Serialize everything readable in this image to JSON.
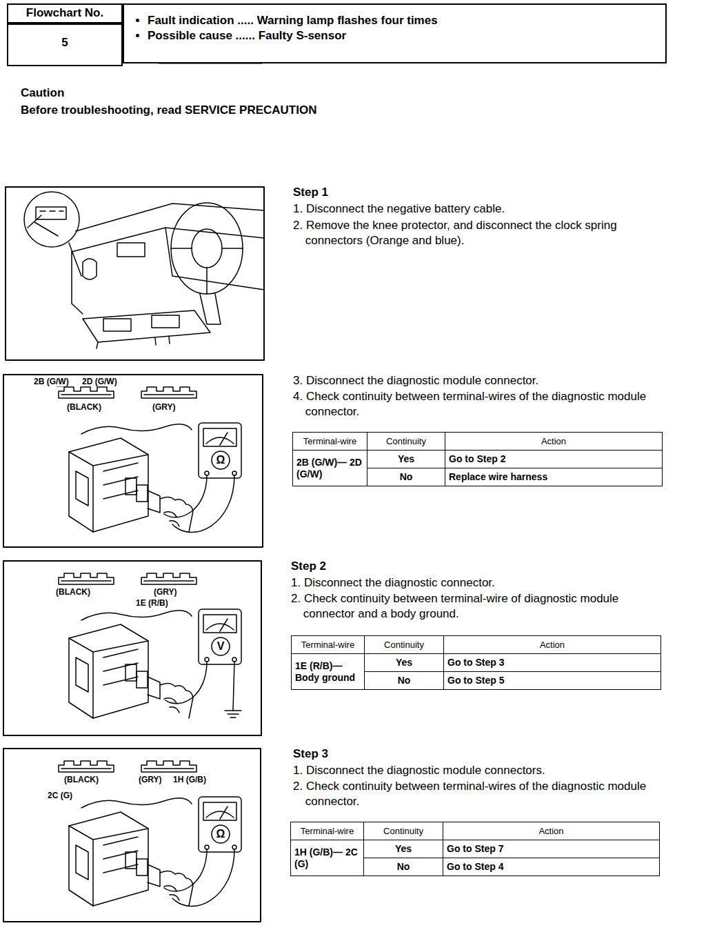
{
  "diagram": {
    "nodes": [
      {
        "text": [
          "Flowchart No."
        ]
      },
      {
        "text": [
          "5"
        ]
      },
      {
        "text": [
          "Fault indication ..... Warning lamp flashes four times",
          "Possible cause ...... Faulty S-sensor"
        ]
      }
    ],
    "labels": [
      "Caution",
      "Before troubleshooting, read SERVICE PRECAUTION",
      "Step 1",
      "1. Disconnect the negative battery cable.",
      "2. Remove the knee protector, and disconnect the clock spring connectors (Orange and blue).",
      "2B (G/W)",
      "2D (G/W)",
      "(BLACK)",
      "(GRY)",
      "Ω",
      "3. Disconnect the diagnostic module connector.",
      "4. Check continuity between terminal-wires of the diagnostic module connector.",
      "Terminal-wire",
      "Continuity",
      "Action",
      "2B (G/W)— 2D (G/W)",
      "Yes",
      "Go to Step 2",
      "No",
      "Replace wire harness",
      "(BLACK)",
      "(GRY)",
      "1E (R/B)",
      "V",
      "Step 2",
      "1. Disconnect the diagnostic connector.",
      "2. Check continuity between terminal-wire of diagnostic module connector and a body ground.",
      "Terminal-wire",
      "Continuity",
      "Action",
      "1E (R/B)— Body ground",
      "Yes",
      "Go to Step 3",
      "No",
      "Go to Step 5",
      "(BLACK)",
      "(GRY)",
      "1H (G/B)",
      "2C (G)",
      "Ω",
      "Step 3",
      "1. Disconnect the diagnostic module connectors.",
      "2. Check continuity between terminal-wires of the diagnostic module connector.",
      "Terminal-wire",
      "Continuity",
      "Action",
      "1H (G/B)— 2C (G)",
      "Yes",
      "Go to Step 7",
      "No",
      "Go to Step 4"
    ]
  }
}
